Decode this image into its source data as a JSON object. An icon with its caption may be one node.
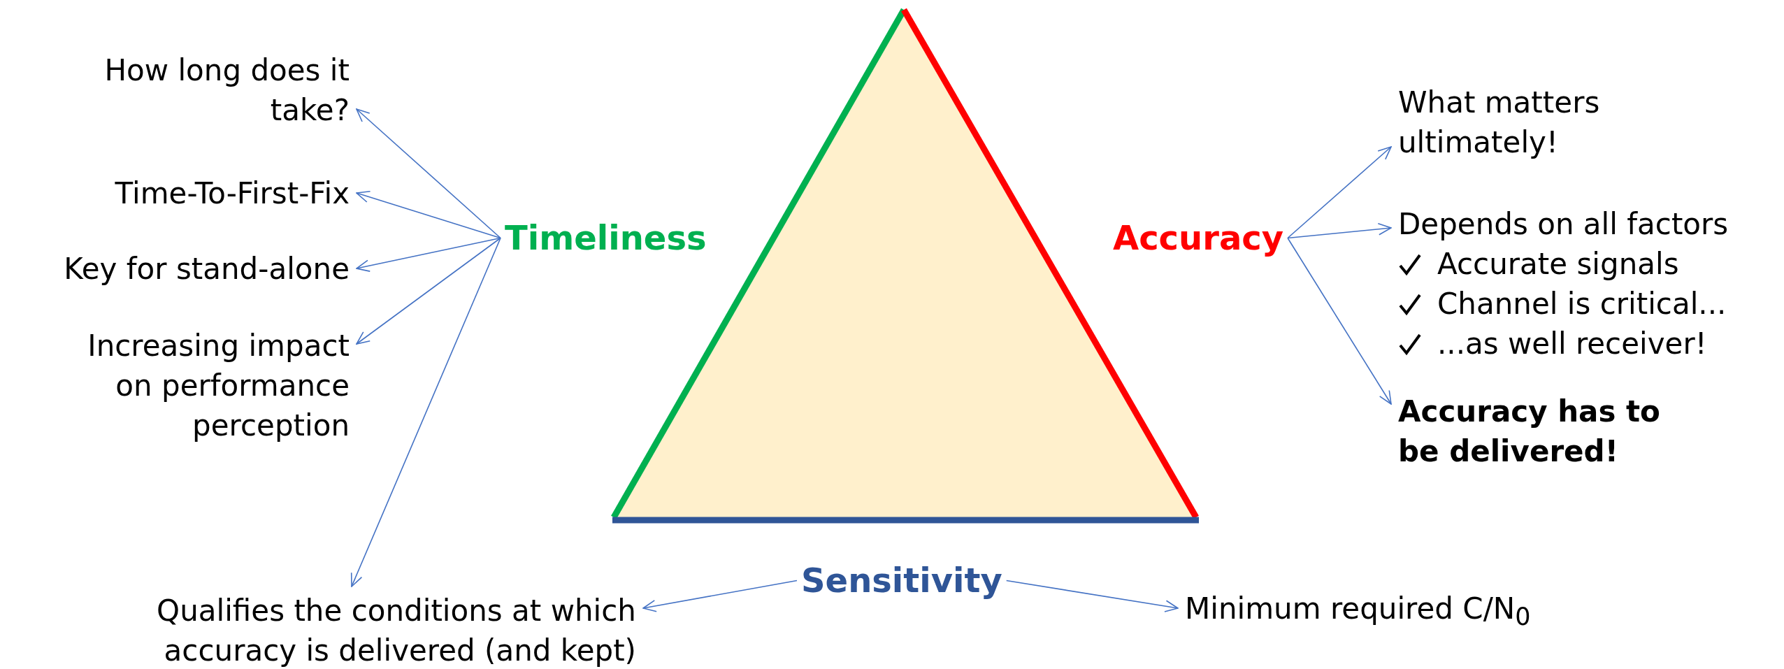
{
  "diagram": {
    "nodes": [
      {
        "text": [
          "Timeliness"
        ]
      },
      {
        "text": [
          "Accuracy"
        ]
      },
      {
        "text": [
          "Sensitivity"
        ]
      },
      {
        "text": [
          "How long does it take?"
        ]
      },
      {
        "text": [
          "Time-To-First-Fix"
        ]
      },
      {
        "text": [
          "Key for stand-alone"
        ]
      },
      {
        "text": [
          "Increasing impact on performance perception"
        ]
      },
      {
        "text": [
          "Qualifies the conditions at which accuracy is delivered (and kept)"
        ]
      },
      {
        "text": [
          "What matters ultimately!"
        ]
      },
      {
        "text": [
          "Depends on all factors",
          "Accurate signals",
          "Channel is critical...",
          "...as well receiver!"
        ]
      },
      {
        "text": [
          "Accuracy has to be delivered!"
        ]
      },
      {
        "text": [
          "Minimum required C/N$_{0}$"
        ]
      }
    ],
    "edges": [
      {
        "from": 0,
        "to": 3,
        "arrow": "to"
      },
      {
        "from": 0,
        "to": 4,
        "arrow": "to"
      },
      {
        "from": 0,
        "to": 5,
        "arrow": "to"
      },
      {
        "from": 0,
        "to": 6,
        "arrow": "to"
      },
      {
        "from": 0,
        "to": 7,
        "arrow": "to"
      },
      {
        "from": 1,
        "to": 8,
        "arrow": "to"
      },
      {
        "from": 1,
        "to": 9,
        "arrow": "to"
      },
      {
        "from": 1,
        "to": 10,
        "arrow": "to"
      },
      {
        "from": 2,
        "to": 7,
        "arrow": "to"
      },
      {
        "from": 2,
        "to": 11,
        "arrow": "to"
      }
    ]
  }
}
